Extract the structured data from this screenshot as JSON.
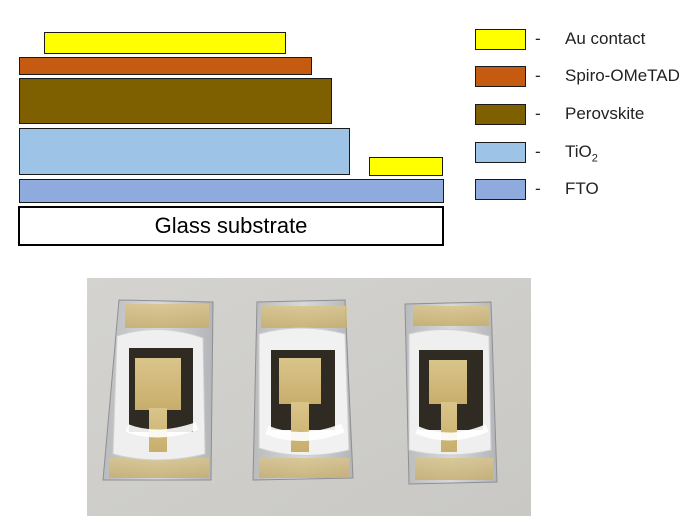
{
  "diagram": {
    "glass_label": "Glass substrate",
    "colors": {
      "au": "#ffff00",
      "spiro": "#c55a11",
      "perovskite": "#7f6000",
      "tio2": "#9dc3e6",
      "fto": "#8faadc"
    }
  },
  "legend": [
    {
      "dash": "-",
      "label": "Au contact"
    },
    {
      "dash": "-",
      "label": "Spiro-OMeTAD"
    },
    {
      "dash": "-",
      "label": "Perovskite"
    },
    {
      "dash": "-",
      "label": "TiO",
      "sub": "2"
    },
    {
      "dash": "-",
      "label": "FTO"
    }
  ]
}
